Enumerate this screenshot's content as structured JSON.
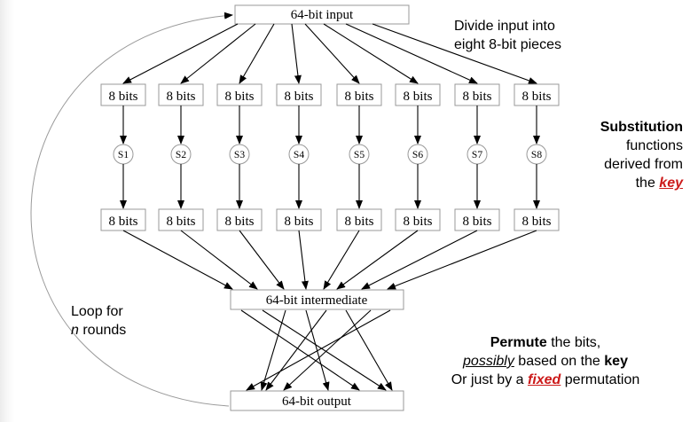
{
  "diagram": {
    "input_label": "64-bit input",
    "piece_label": "8 bits",
    "sboxes": [
      "S1",
      "S2",
      "S3",
      "S4",
      "S5",
      "S6",
      "S7",
      "S8"
    ],
    "intermediate_label": "64-bit intermediate",
    "output_label": "64-bit output"
  },
  "notes": {
    "divide": {
      "line1": "Divide input into",
      "line2": "eight 8-bit pieces"
    },
    "substitution": {
      "title": "Substitution",
      "line2": "functions",
      "line3": "derived from",
      "line4_prefix": "the ",
      "line4_key": "key"
    },
    "loop": {
      "line1": "Loop for",
      "line2_n": "n",
      "line2_rest": " rounds"
    },
    "permute": {
      "line1_bold": "Permute",
      "line1_rest": " the bits,",
      "line2_possibly": "possibly",
      "line2_mid": " based on the ",
      "line2_key": "key",
      "line3_prefix": "Or just by a ",
      "line3_fixed": "fixed",
      "line3_rest": " permutation"
    }
  },
  "colors": {
    "emphasis": "#cc1a1a",
    "box_border": "#999999",
    "text": "#000000"
  }
}
